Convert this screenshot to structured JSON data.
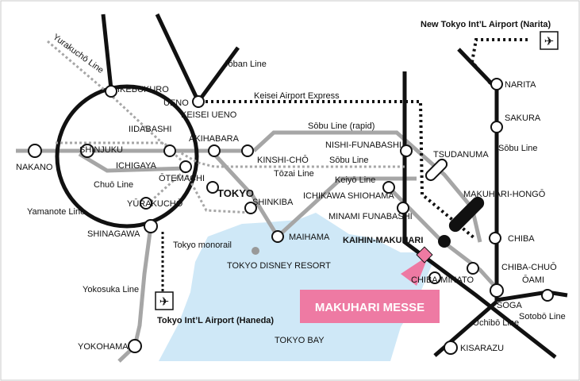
{
  "colors": {
    "bay": "#cfe8f7",
    "jr_line": "#111111",
    "gray_line": "#a6a6a6",
    "messe": "#ee7aa3",
    "station_fill": "#ffffff"
  },
  "airports": {
    "narita": "New Tokyo Int’L Airport (Narita)",
    "haneda": "Tokyo Int’L Airport (Haneda)"
  },
  "lines": {
    "yurakucho": "Yurakuchō Line",
    "joban": "Jōban Line",
    "keisei": "Keisei Airport Express",
    "sobu_rapid": "Sōbu Line (rapid)",
    "sobu": "Sōbu Line",
    "sobu_east": "Sōbu Line",
    "tozai": "Tōzai Line",
    "keiyo": "Keiyō Line",
    "chuo": "Chuō Line",
    "yamanote": "Yamanote Line",
    "monorail": "Tokyo monorail",
    "yokosuka": "Yokosuka Line",
    "uchibo": "Uchibō Line",
    "sotobo": "Sotobō Line"
  },
  "stations": {
    "ikebukuro": "IKEBUKURO",
    "ueno": "UENO",
    "keisei_ueno": "KEISEI UENO",
    "iidabashi": "IIDABASHI",
    "shinjuku": "SHINJUKU",
    "akihabara": "AKIHABARA",
    "nakano": "NAKANO",
    "ichigaya": "ICHIGAYA",
    "otemachi": "ŌTEMACHI",
    "kinshicho": "KINSHI-CHŌ",
    "nishi_funabashi": "NISHI-FUNABASHI",
    "tsudanuma": "TSUDANUMA",
    "narita": "NARITA",
    "sakura": "SAKURA",
    "tokyo": "TOKYO",
    "yurakucho": "YŪRAKUCHŌ",
    "shinkiba": "SHINKIBA",
    "ichikawa_shiohama": "ICHIKAWA SHIOHAMA",
    "minami_funabashi": "MINAMI FUNABASHI",
    "makuhari_hongo": "MAKUHARI-HONGŌ",
    "shinagawa": "SHINAGAWA",
    "maihama": "MAIHAMA",
    "kaihin_makuhari": "KAIHIN-MAKUHARI",
    "chiba": "CHIBA",
    "chiba_chuo": "CHIBA-CHUŌ",
    "chiba_minato": "CHIBA-MINATO",
    "oami": "ŌAMI",
    "soga": "SOGA",
    "yokohama": "YOKOHAMA",
    "kisarazu": "KISARAZU"
  },
  "places": {
    "disney": "TOKYO DISNEY RESORT",
    "bay": "TOKYO BAY",
    "messe": "MAKUHARI MESSE"
  }
}
